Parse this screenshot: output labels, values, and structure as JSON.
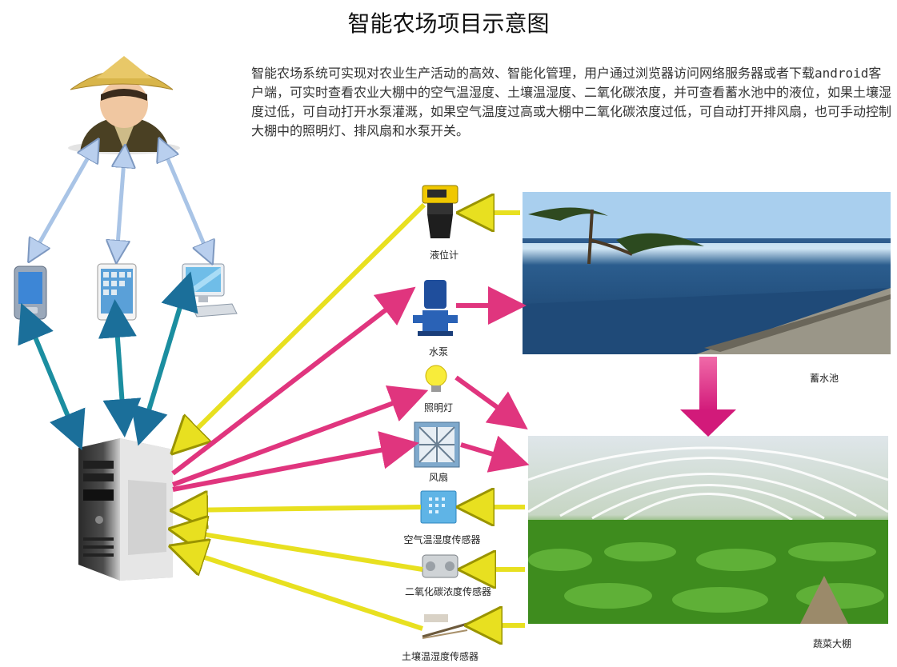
{
  "title": "智能农场项目示意图",
  "description": "智能农场系统可实现对农业生产活动的高效、智能化管理，用户通过浏览器访问网络服务器或者下载android客户端，可实时查看农业大棚中的空气温湿度、土壤温湿度、二氧化碳浓度，并可查看蓄水池中的液位，如果土壤湿度过低，可自动打开水泵灌溉，如果空气温度过高或大棚中二氧化碳浓度过低，可自动打开排风扇，也可手动控制大棚中的照明灯、排风扇和水泵开关。",
  "labels": {
    "level_gauge": "液位计",
    "pump": "水泵",
    "light": "照明灯",
    "fan": "风扇",
    "air_sensor": "空气温湿度传感器",
    "co2_sensor": "二氧化碳浓度传感器",
    "soil_sensor": "土壤温湿度传感器",
    "reservoir": "蓄水池",
    "greenhouse": "蔬菜大棚"
  },
  "colors": {
    "input_arrow": "#e8e020",
    "control_arrow": "#e0357e",
    "network_arrow": "#1b8ea0",
    "user_arrow": "#a9c4e6"
  },
  "icons": {
    "farmer": "farmer-icon",
    "phone": "smartphone-icon",
    "tablet": "tablet-icon",
    "pc": "desktop-computer-icon",
    "server": "server-tower-icon"
  }
}
